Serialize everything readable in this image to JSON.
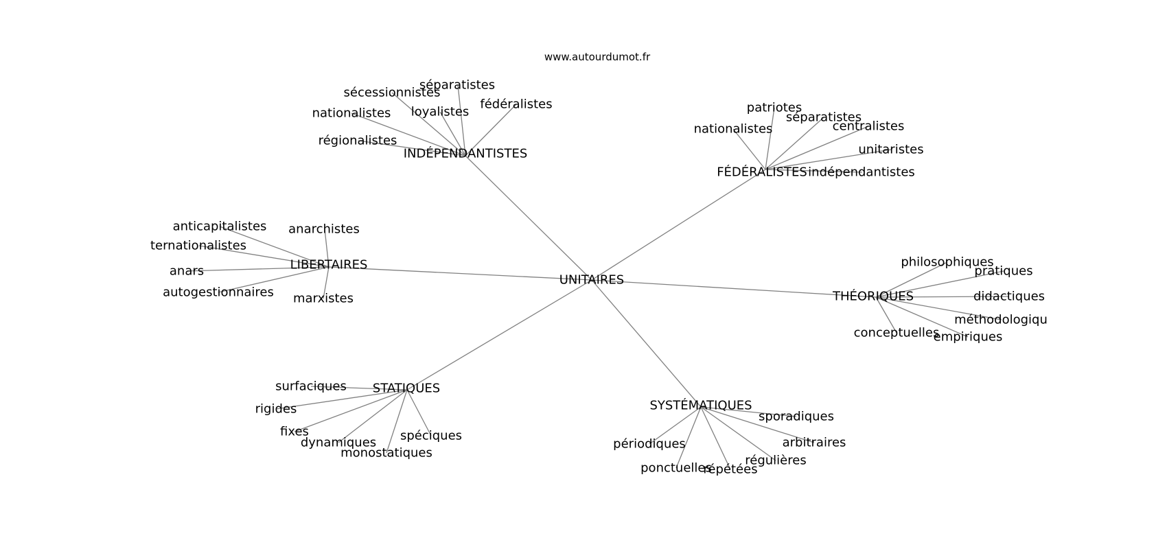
{
  "site": "www.autourdumot.fr",
  "center": "UNITAIRES",
  "clusters": [
    {
      "id": "independantistes",
      "label": "INDÉPENDANTISTES",
      "leaves": [
        "séparatistes",
        "sécessionnistes",
        "fédéralistes",
        "nationalistes",
        "loyalistes",
        "régionalistes"
      ]
    },
    {
      "id": "federalistes",
      "label": "FÉDÉRALISTES",
      "leaves": [
        "patriotes",
        "séparatistes",
        "nationalistes",
        "centralistes",
        "unitaristes",
        "indépendantistes"
      ]
    },
    {
      "id": "libertaires",
      "label": "LIBERTAIRES",
      "leaves": [
        "anticapitalistes",
        "anarchistes",
        "ternationalistes",
        "anars",
        "autogestionnaires",
        "marxistes"
      ]
    },
    {
      "id": "theoriques",
      "label": "THÉORIQUES",
      "leaves": [
        "philosophiques",
        "pratiques",
        "didactiques",
        "méthodologiqu",
        "conceptuelles",
        "empiriques"
      ]
    },
    {
      "id": "statiques",
      "label": "STATIQUES",
      "leaves": [
        "surfaciques",
        "rigides",
        "fixes",
        "spéciques",
        "dynamiques",
        "monostatiques"
      ]
    },
    {
      "id": "systematiques",
      "label": "SYSTÉMATIQUES",
      "leaves": [
        "sporadiques",
        "arbitraires",
        "périodiques",
        "régulières",
        "ponctuelles",
        "répétées"
      ]
    }
  ]
}
